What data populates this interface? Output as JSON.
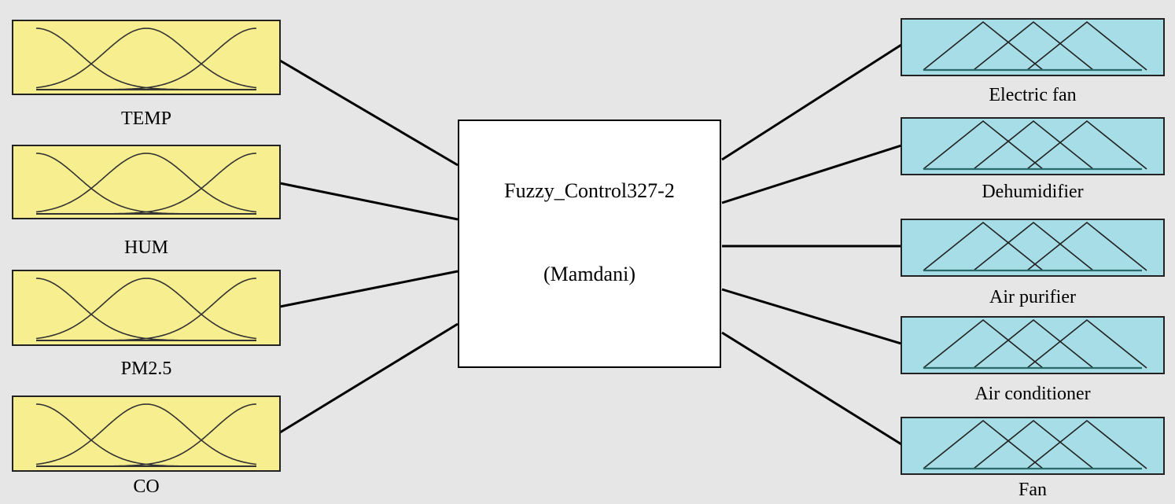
{
  "system": {
    "name": "Fuzzy_Control327-2",
    "type": "(Mamdani)"
  },
  "inputs": [
    {
      "label": "TEMP"
    },
    {
      "label": "HUM"
    },
    {
      "label": "PM2.5"
    },
    {
      "label": "CO"
    }
  ],
  "outputs": [
    {
      "label": "Electric fan"
    },
    {
      "label": "Dehumidifier"
    },
    {
      "label": "Air purifier"
    },
    {
      "label": "Air conditioner"
    },
    {
      "label": "Fan"
    }
  ],
  "colors": {
    "background": "#e6e6e6",
    "input_fill": "#f7ee8f",
    "output_fill": "#a6dde6",
    "center_fill": "#ffffff",
    "line": "#000000"
  }
}
